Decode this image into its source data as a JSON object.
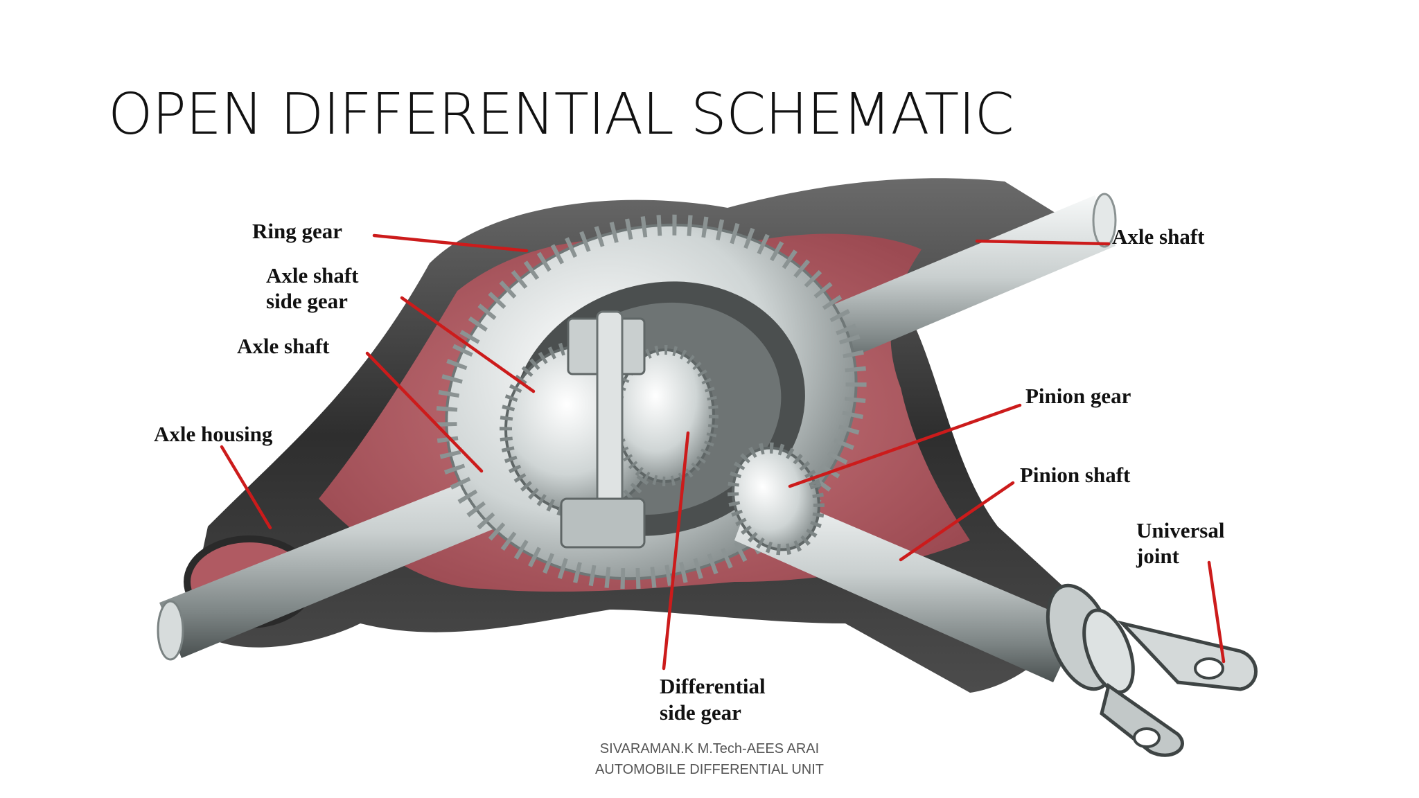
{
  "slide": {
    "title": "OPEN DIFFERENTIAL SCHEMATIC",
    "footer_line1": "SIVARAMAN.K M.Tech-AEES ARAI",
    "footer_line2": "AUTOMOBILE DIFFERENTIAL UNIT"
  },
  "diagram": {
    "labels": {
      "ring_gear": "Ring gear",
      "axle_shaft_side_gear_line1": "Axle shaft",
      "axle_shaft_side_gear_line2": "side gear",
      "axle_shaft_left": "Axle shaft",
      "axle_housing": "Axle housing",
      "axle_shaft_right": "Axle shaft",
      "pinion_gear": "Pinion gear",
      "pinion_shaft": "Pinion shaft",
      "universal_joint_line1": "Universal",
      "universal_joint_line2": "joint",
      "differential_side_gear_line1": "Differential",
      "differential_side_gear_line2": "side gear"
    },
    "colors": {
      "housing_dark": "#3a3a3a",
      "housing_interior": "#b7626a",
      "metal_light": "#e9ecec",
      "metal_mid": "#a9b0b0",
      "leader_red": "#cc1b1b"
    }
  }
}
